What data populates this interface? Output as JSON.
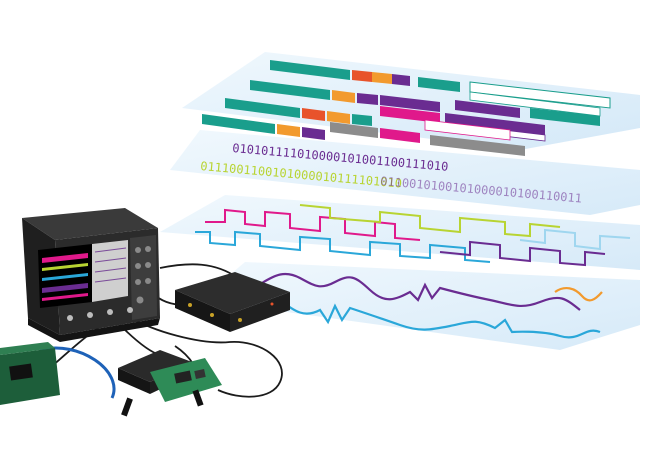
{
  "bits": {
    "row1": "010101111010000101001100111010",
    "row2": "0111001100101000010111101010",
    "row3": "0110010100101000010100110011"
  },
  "colors": {
    "teal": "#1a9e8c",
    "purple": "#6a2c91",
    "orange": "#f29a2e",
    "red_orange": "#e8532b",
    "magenta": "#e0198b",
    "gray": "#8c8c8c",
    "yellow_green": "#b8d432",
    "cyan": "#2aa7d9",
    "plane": "#dbeefa",
    "scope_body": "#2b2b2b"
  }
}
